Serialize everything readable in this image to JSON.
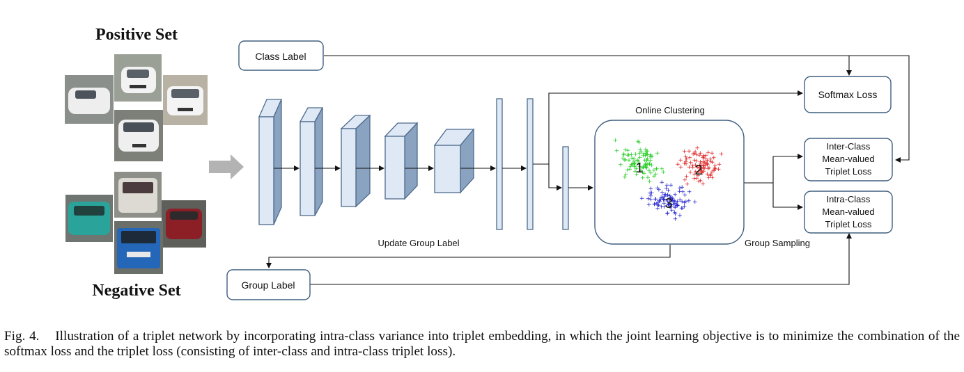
{
  "figure": {
    "positive_set_title": "Positive Set",
    "negative_set_title": "Negative Set",
    "class_label": "Class Label",
    "group_label": "Group Label",
    "softmax_loss": "Softmax Loss",
    "inter_class_loss": [
      "Inter-Class",
      "Mean-valued",
      "Triplet Loss"
    ],
    "intra_class_loss": [
      "Intra-Class",
      "Mean-valued",
      "Triplet Loss"
    ],
    "online_clustering": "Online Clustering",
    "update_group_label": "Update Group Label",
    "group_sampling": "Group Sampling",
    "cluster_labels": [
      "1",
      "2",
      "3"
    ],
    "cluster_colors": [
      "#22cc22",
      "#dd2222",
      "#2222cc"
    ]
  },
  "caption": {
    "prefix": "Fig. 4.",
    "text": "Illustration of a triplet network by incorporating intra-class variance into triplet embedding, in which the joint learning objective is to minimize the combination of the softmax loss and the triplet loss (consisting of inter-class and intra-class triplet loss)."
  }
}
